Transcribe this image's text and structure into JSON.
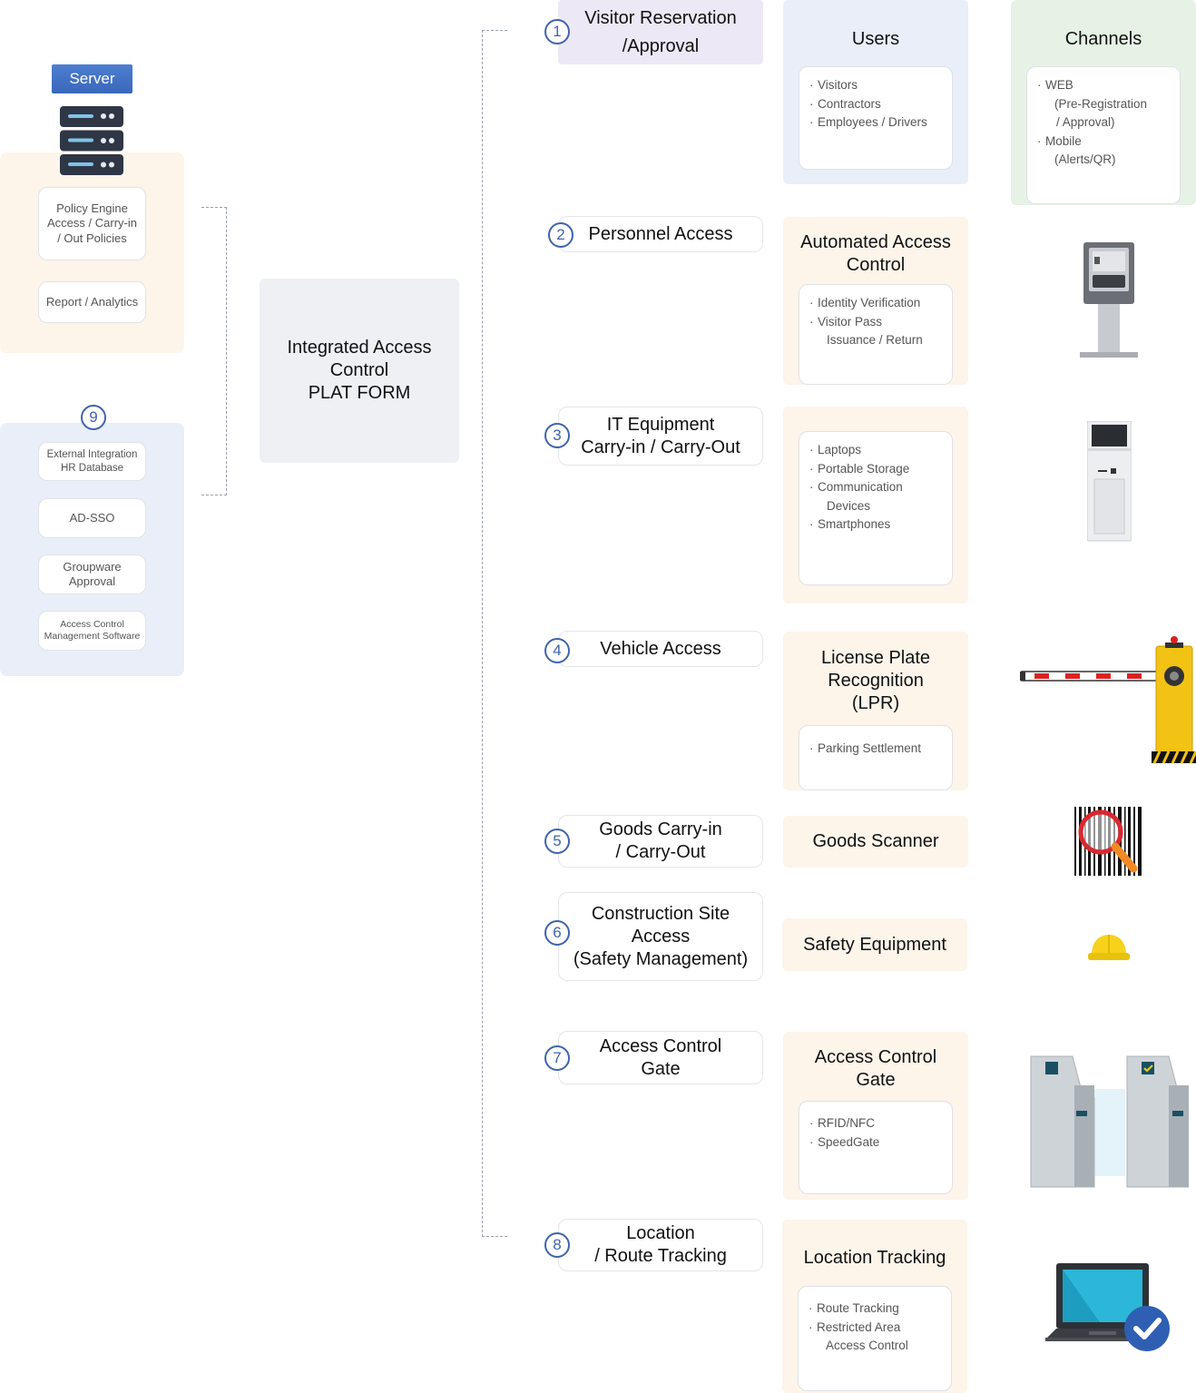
{
  "server": {
    "badge": "Server",
    "policy_card": [
      "Policy Engine",
      "Access / Carry-in",
      "/ Out Policies"
    ],
    "report_card": "Report / Analytics"
  },
  "integrations": {
    "number": "9",
    "items": [
      [
        "External Integration",
        "HR Database"
      ],
      [
        "AD-SSO"
      ],
      [
        "Groupware",
        "Approval"
      ],
      [
        "Access Control",
        "Management Software"
      ]
    ]
  },
  "platform": {
    "lines": [
      "Integrated Access",
      "Control",
      "PLAT FORM"
    ]
  },
  "services": [
    {
      "num": "1",
      "lines": [
        "Visitor Reservation",
        "/Approval"
      ]
    },
    {
      "num": "2",
      "lines": [
        "Personnel Access"
      ]
    },
    {
      "num": "3",
      "lines": [
        "IT Equipment",
        "Carry-in / Carry-Out"
      ]
    },
    {
      "num": "4",
      "lines": [
        "Vehicle Access"
      ]
    },
    {
      "num": "5",
      "lines": [
        "Goods Carry-in",
        "/ Carry-Out"
      ]
    },
    {
      "num": "6",
      "lines": [
        "Construction Site",
        "Access",
        "(Safety Management)"
      ]
    },
    {
      "num": "7",
      "lines": [
        "Access Control",
        "Gate"
      ]
    },
    {
      "num": "8",
      "lines": [
        "Location",
        "/ Route Tracking"
      ]
    }
  ],
  "users": {
    "title": "Users",
    "items": [
      "Visitors",
      "Contractors",
      "Employees / Drivers"
    ]
  },
  "channels": {
    "title": "Channels",
    "items": [
      [
        "WEB",
        "(Pre-Registration",
        "/ Approval)"
      ],
      [
        "Mobile",
        "(Alerts/QR)"
      ]
    ]
  },
  "categories": [
    {
      "title": [
        "Automated Access",
        "Control"
      ],
      "items": [
        [
          "Identity Verification"
        ],
        [
          "Visitor Pass",
          "Issuance / Return"
        ]
      ]
    },
    {
      "title": [],
      "items": [
        [
          "Laptops"
        ],
        [
          "Portable Storage"
        ],
        [
          "Communication",
          "Devices"
        ],
        [
          "Smartphones"
        ]
      ]
    },
    {
      "title": [
        "License Plate",
        "Recognition",
        "(LPR)"
      ],
      "items": [
        [
          "Parking Settlement"
        ]
      ]
    },
    {
      "title": [
        "Goods Scanner"
      ],
      "items": []
    },
    {
      "title": [
        "Safety Equipment"
      ],
      "items": []
    },
    {
      "title": [
        "Access Control",
        "Gate"
      ],
      "items": [
        [
          "RFID/NFC"
        ],
        [
          "SpeedGate"
        ]
      ]
    },
    {
      "title": [
        "Location Tracking"
      ],
      "items": [
        [
          "Route Tracking"
        ],
        [
          "Restricted Area",
          "Access Control"
        ]
      ]
    }
  ],
  "devices": [
    "kiosk-icon",
    "standing-kiosk-icon",
    "barrier-gate-icon",
    "barcode-magnifier-icon",
    "hard-hat-icon",
    "speed-gate-icon",
    "laptop-check-icon"
  ],
  "colors": {
    "accent": "#3e64ad",
    "server_badge": "#4371c4",
    "orange_panel": "#fdf4ea",
    "blue_panel": "#e9eef8",
    "purple_panel": "#ede8f6",
    "green_panel": "#e6f2e6"
  }
}
